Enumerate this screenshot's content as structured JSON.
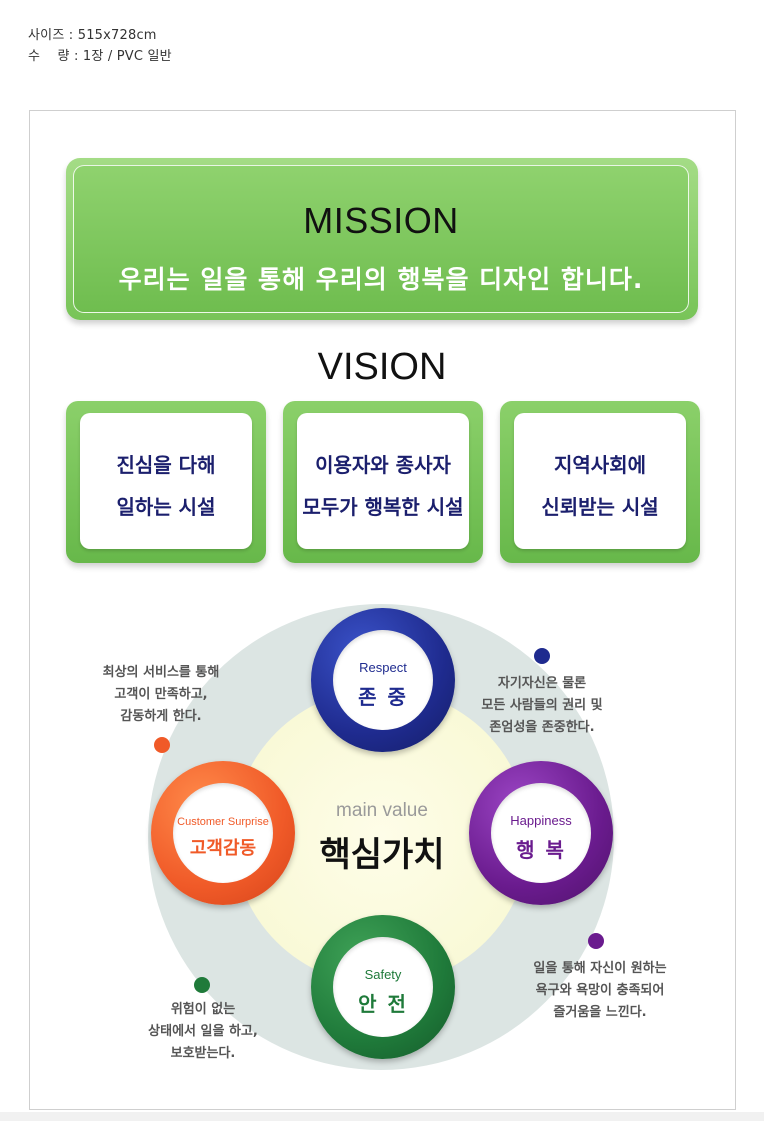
{
  "spec": {
    "size": "사이즈 : 515x728cm",
    "quantity": "수    량 : 1장 / PVC 일반"
  },
  "mission": {
    "title": "MISSION",
    "text": "우리는 일을 통해 우리의 행복을 디자인 합니다."
  },
  "vision": {
    "title": "VISION",
    "items": [
      {
        "line1": "진심을 다해",
        "line2": "일하는 시설"
      },
      {
        "line1": "이용자와 종사자",
        "line2": "모두가 행복한 시설"
      },
      {
        "line1": "지역사회에",
        "line2": "신뢰받는 시설"
      }
    ]
  },
  "values": {
    "center_en": "main value",
    "center_kr": "핵심가치",
    "respect": {
      "en": "Respect",
      "kr": "존 중",
      "color": "#1f2b8f",
      "desc": [
        "자기자신은 물론",
        "모든 사람들의 권리 및",
        "존엄성을 존중한다."
      ]
    },
    "happiness": {
      "en": "Happiness",
      "kr": "행 복",
      "color": "#6a1b8e",
      "desc": [
        "일을 통해 자신이 원하는",
        "욕구와 욕망이 충족되어",
        "즐거움을 느낀다."
      ]
    },
    "safety": {
      "en": "Safety",
      "kr": "안 전",
      "color": "#1f7a3a",
      "desc": [
        "위험이 없는",
        "상태에서 일을 하고,",
        "보호받는다."
      ]
    },
    "surprise": {
      "en": "Customer Surprise",
      "kr": "고객감동",
      "color": "#f05a28",
      "desc": [
        "최상의 서비스를 통해",
        "고객이 만족하고,",
        "감동하게 한다."
      ]
    }
  }
}
